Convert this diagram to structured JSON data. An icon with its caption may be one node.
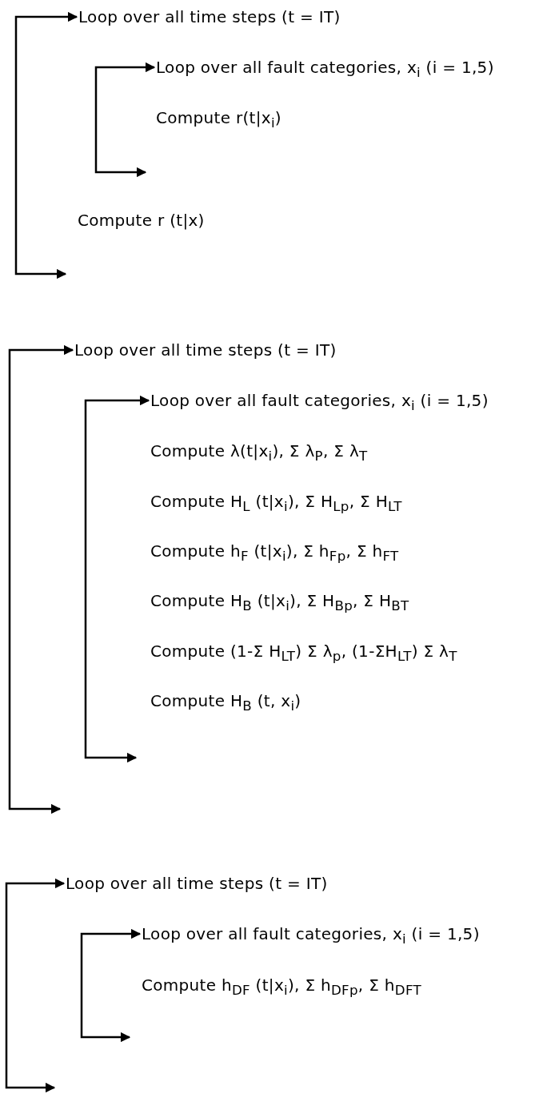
{
  "diagram": {
    "nodes": [
      {
        "text": [
          "Loop over all time steps (t = IT)"
        ]
      },
      {
        "text": [
          "Loop over all fault categories, x$_{i}$ (i = 1,5)"
        ]
      },
      {
        "text": [
          "Compute r(t|x$_{i}$)"
        ]
      },
      {
        "text": [
          "Compute r (t|x)"
        ]
      },
      {
        "text": [
          "Loop over all time steps (t = IT)"
        ]
      },
      {
        "text": [
          "Loop over all fault categories, x$_{i}$ (i = 1,5)"
        ]
      },
      {
        "text": [
          "Compute λ(t|x$_{i}$), Σ λ$_{P}$, Σ λ$_{T}$"
        ]
      },
      {
        "text": [
          "Compute H$_{L}$ (t|x$_{i}$), Σ H$_{Lp}$, Σ H$_{LT}$"
        ]
      },
      {
        "text": [
          "Compute h$_{F}$ (t|x$_{i}$), Σ h$_{Fp}$, Σ h$_{FT}$"
        ]
      },
      {
        "text": [
          "Compute H$_{B}$ (t|x$_{i}$), Σ H$_{Bp}$, Σ H$_{BT}$"
        ]
      },
      {
        "text": [
          "Compute (1-Σ H$_{LT}$) Σ λ$_{p}$, (1-ΣH$_{LT}$) Σ λ$_{T}$"
        ]
      },
      {
        "text": [
          "Compute H$_{B}$ (t, x$_{i}$)"
        ]
      },
      {
        "text": [
          "Loop over all time steps (t = IT)"
        ]
      },
      {
        "text": [
          "Loop over all fault categories, x$_{i}$ (i = 1,5)"
        ]
      },
      {
        "text": [
          "Compute h$_{DF}$ (t|x$_{i}$), Σ h$_{DFp}$, Σ h$_{DFT}$"
        ]
      }
    ],
    "edges": [
      {
        "from": null,
        "to": 0,
        "arrow": "both"
      },
      {
        "from": null,
        "to": 1,
        "arrow": "both"
      },
      {
        "from": null,
        "to": 4,
        "arrow": "both"
      },
      {
        "from": null,
        "to": 5,
        "arrow": "both"
      },
      {
        "from": null,
        "to": 12,
        "arrow": "both"
      },
      {
        "from": null,
        "to": 13,
        "arrow": "both"
      }
    ]
  }
}
